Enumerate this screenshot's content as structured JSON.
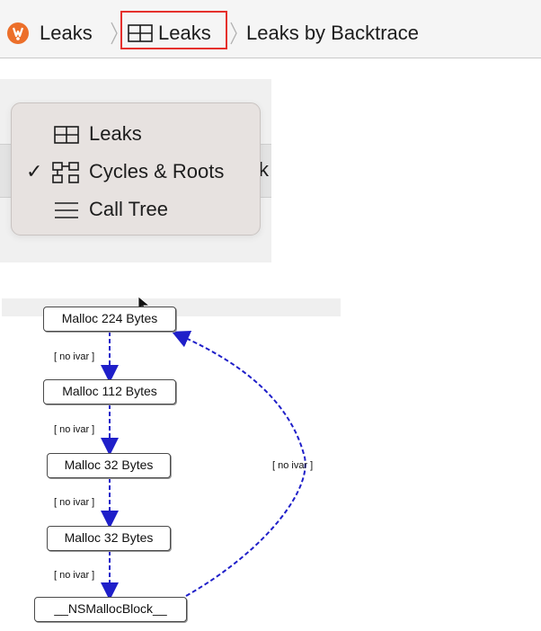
{
  "breadcrumb": {
    "items": [
      {
        "label": "Leaks",
        "icon": "instruments-leaks-app-icon"
      },
      {
        "label": "Leaks",
        "icon": "table-grid-icon"
      },
      {
        "label": "Leaks by Backtrace"
      }
    ],
    "highlight_color": "#e5302c"
  },
  "menu": {
    "items": [
      {
        "label": "Leaks",
        "icon": "table-grid-icon",
        "checked": false
      },
      {
        "label": "Cycles & Roots",
        "icon": "cycle-graph-icon",
        "checked": true
      },
      {
        "label": "Call Tree",
        "icon": "list-lines-icon",
        "checked": false
      }
    ],
    "check_glyph": "✓",
    "obscured_text": "k"
  },
  "graph": {
    "nodes": [
      "Malloc 224 Bytes",
      "Malloc 112 Bytes",
      "Malloc 32 Bytes",
      "Malloc 32 Bytes",
      "__NSMallocBlock__"
    ],
    "edge_labels": [
      "[ no ivar ]",
      "[ no ivar ]",
      "[ no ivar ]",
      "[ no ivar ]",
      "[ no ivar ]"
    ],
    "edge_color": "#1f1fc9"
  }
}
